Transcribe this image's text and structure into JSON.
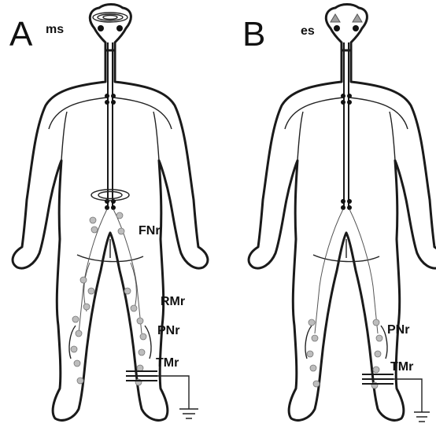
{
  "panels": [
    {
      "letter": "A",
      "stim_label": "ms",
      "labels": {
        "fnr": "FNr",
        "rmr": "RMr",
        "pnr": "PNr",
        "tmr": "TMr"
      }
    },
    {
      "letter": "B",
      "stim_label": "es",
      "labels": {
        "pnr": "PNr",
        "tmr": "TMr"
      }
    }
  ],
  "colors": {
    "outline": "#1a1a1a",
    "electrode": "#bdbdbd",
    "background": "#ffffff"
  }
}
